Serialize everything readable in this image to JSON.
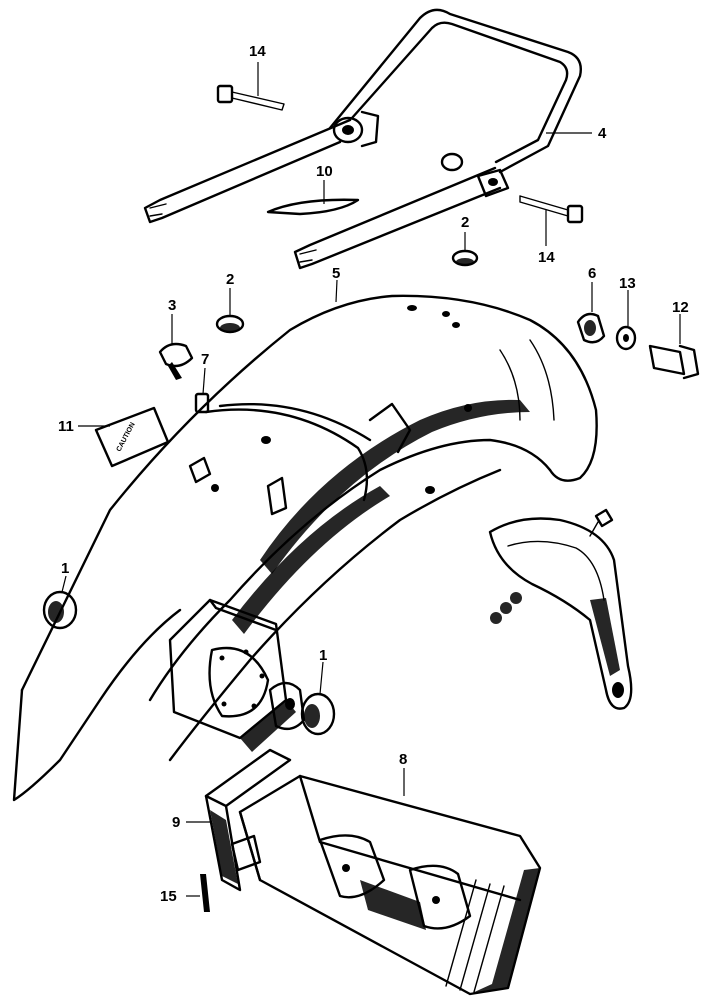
{
  "callouts": {
    "c1a": "1",
    "c1b": "1",
    "c2a": "2",
    "c2b": "2",
    "c3": "3",
    "c4": "4",
    "c5": "5",
    "c6": "6",
    "c7": "7",
    "c8": "8",
    "c9": "9",
    "c10": "10",
    "c11": "11",
    "c12": "12",
    "c13": "13",
    "c14a": "14",
    "c14b": "14",
    "c15": "15"
  },
  "decal_text": "CAUTION"
}
